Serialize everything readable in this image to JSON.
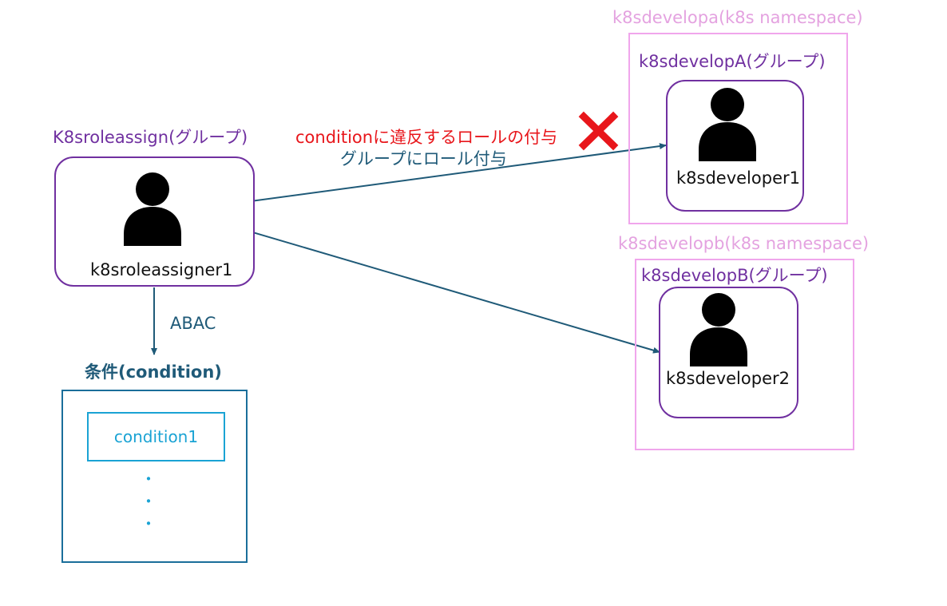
{
  "left_group": {
    "title": "K8sroleassign(グループ)",
    "user": "k8sroleassigner1"
  },
  "ns_a": {
    "title": "k8sdevelopa(k8s namespace)",
    "group_title": "k8sdevelopA(グループ)",
    "user": "k8sdeveloper1"
  },
  "ns_b": {
    "title": "k8sdevelopb(k8s namespace)",
    "group_title": "k8sdevelopB(グループ)",
    "user": "k8sdeveloper2"
  },
  "arrows": {
    "violation_label": "conditionに違反するロールの付与",
    "assign_label": "グループにロール付与",
    "abac_label": "ABAC"
  },
  "conditions": {
    "title": "条件(condition)",
    "item1": "condition1",
    "dots": [
      "・",
      "・",
      "・"
    ]
  },
  "icons": {
    "person": "person-icon",
    "cross": "cross-icon"
  },
  "colors": {
    "arrow": "#1f5a78",
    "violation": "#e8161b",
    "ns_border": "#f0a6ec",
    "group_border": "#7030a0",
    "condition_border": "#1a6e9a",
    "condition_item": "#1aa3d4"
  }
}
